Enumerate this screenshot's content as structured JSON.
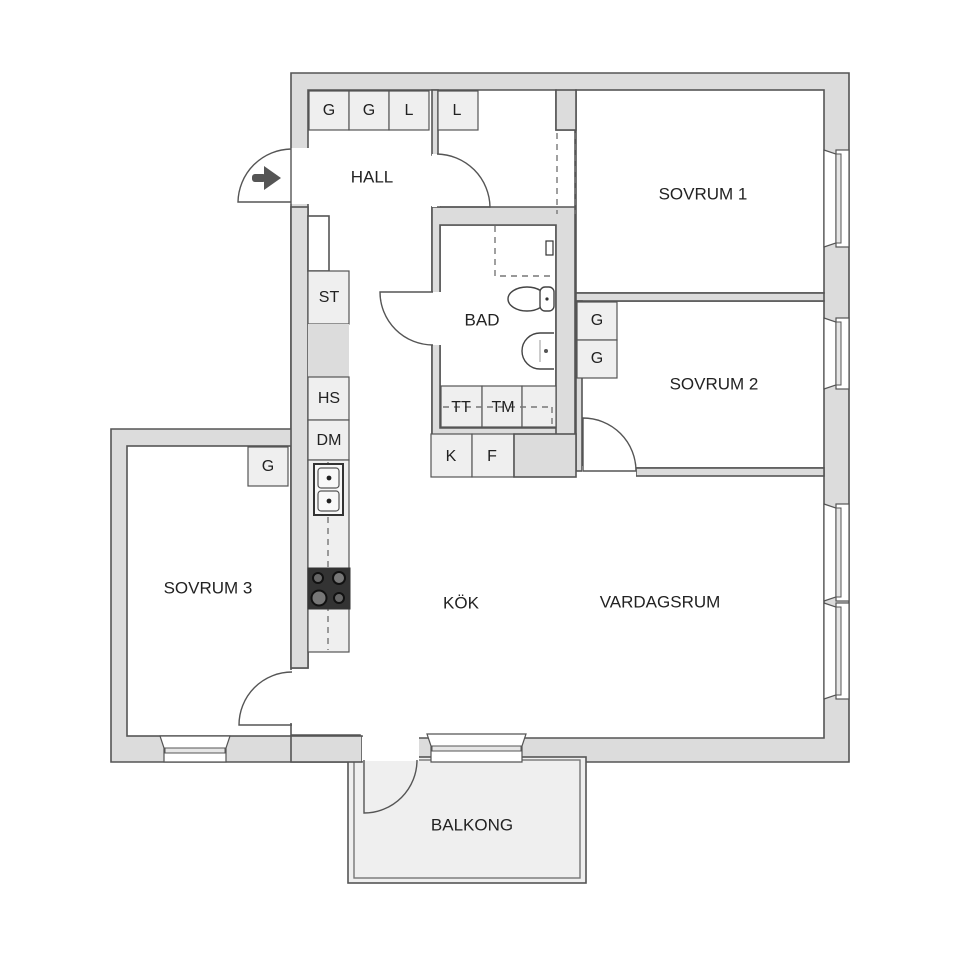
{
  "plan": {
    "rooms": {
      "hall": "HALL",
      "bad": "BAD",
      "sovrum1": "SOVRUM 1",
      "sovrum2": "SOVRUM 2",
      "sovrum3": "SOVRUM 3",
      "kok": "KÖK",
      "vardagsrum": "VARDAGSRUM",
      "balkong": "BALKONG"
    },
    "hall_closets": [
      "G",
      "G",
      "L",
      "L"
    ],
    "kitchen_units": [
      "ST",
      "HS",
      "DM"
    ],
    "bath_units": [
      "TT",
      "TM"
    ],
    "utility_units": [
      "K",
      "F"
    ],
    "sovrum2_closets": [
      "G",
      "G"
    ],
    "sovrum3_closets": [
      "G"
    ],
    "entrance_icon": "arrow-right-icon",
    "colors": {
      "wall": "#dcdcdc",
      "cabinet": "#efefef",
      "line": "#555555",
      "stove": "#333333"
    }
  }
}
